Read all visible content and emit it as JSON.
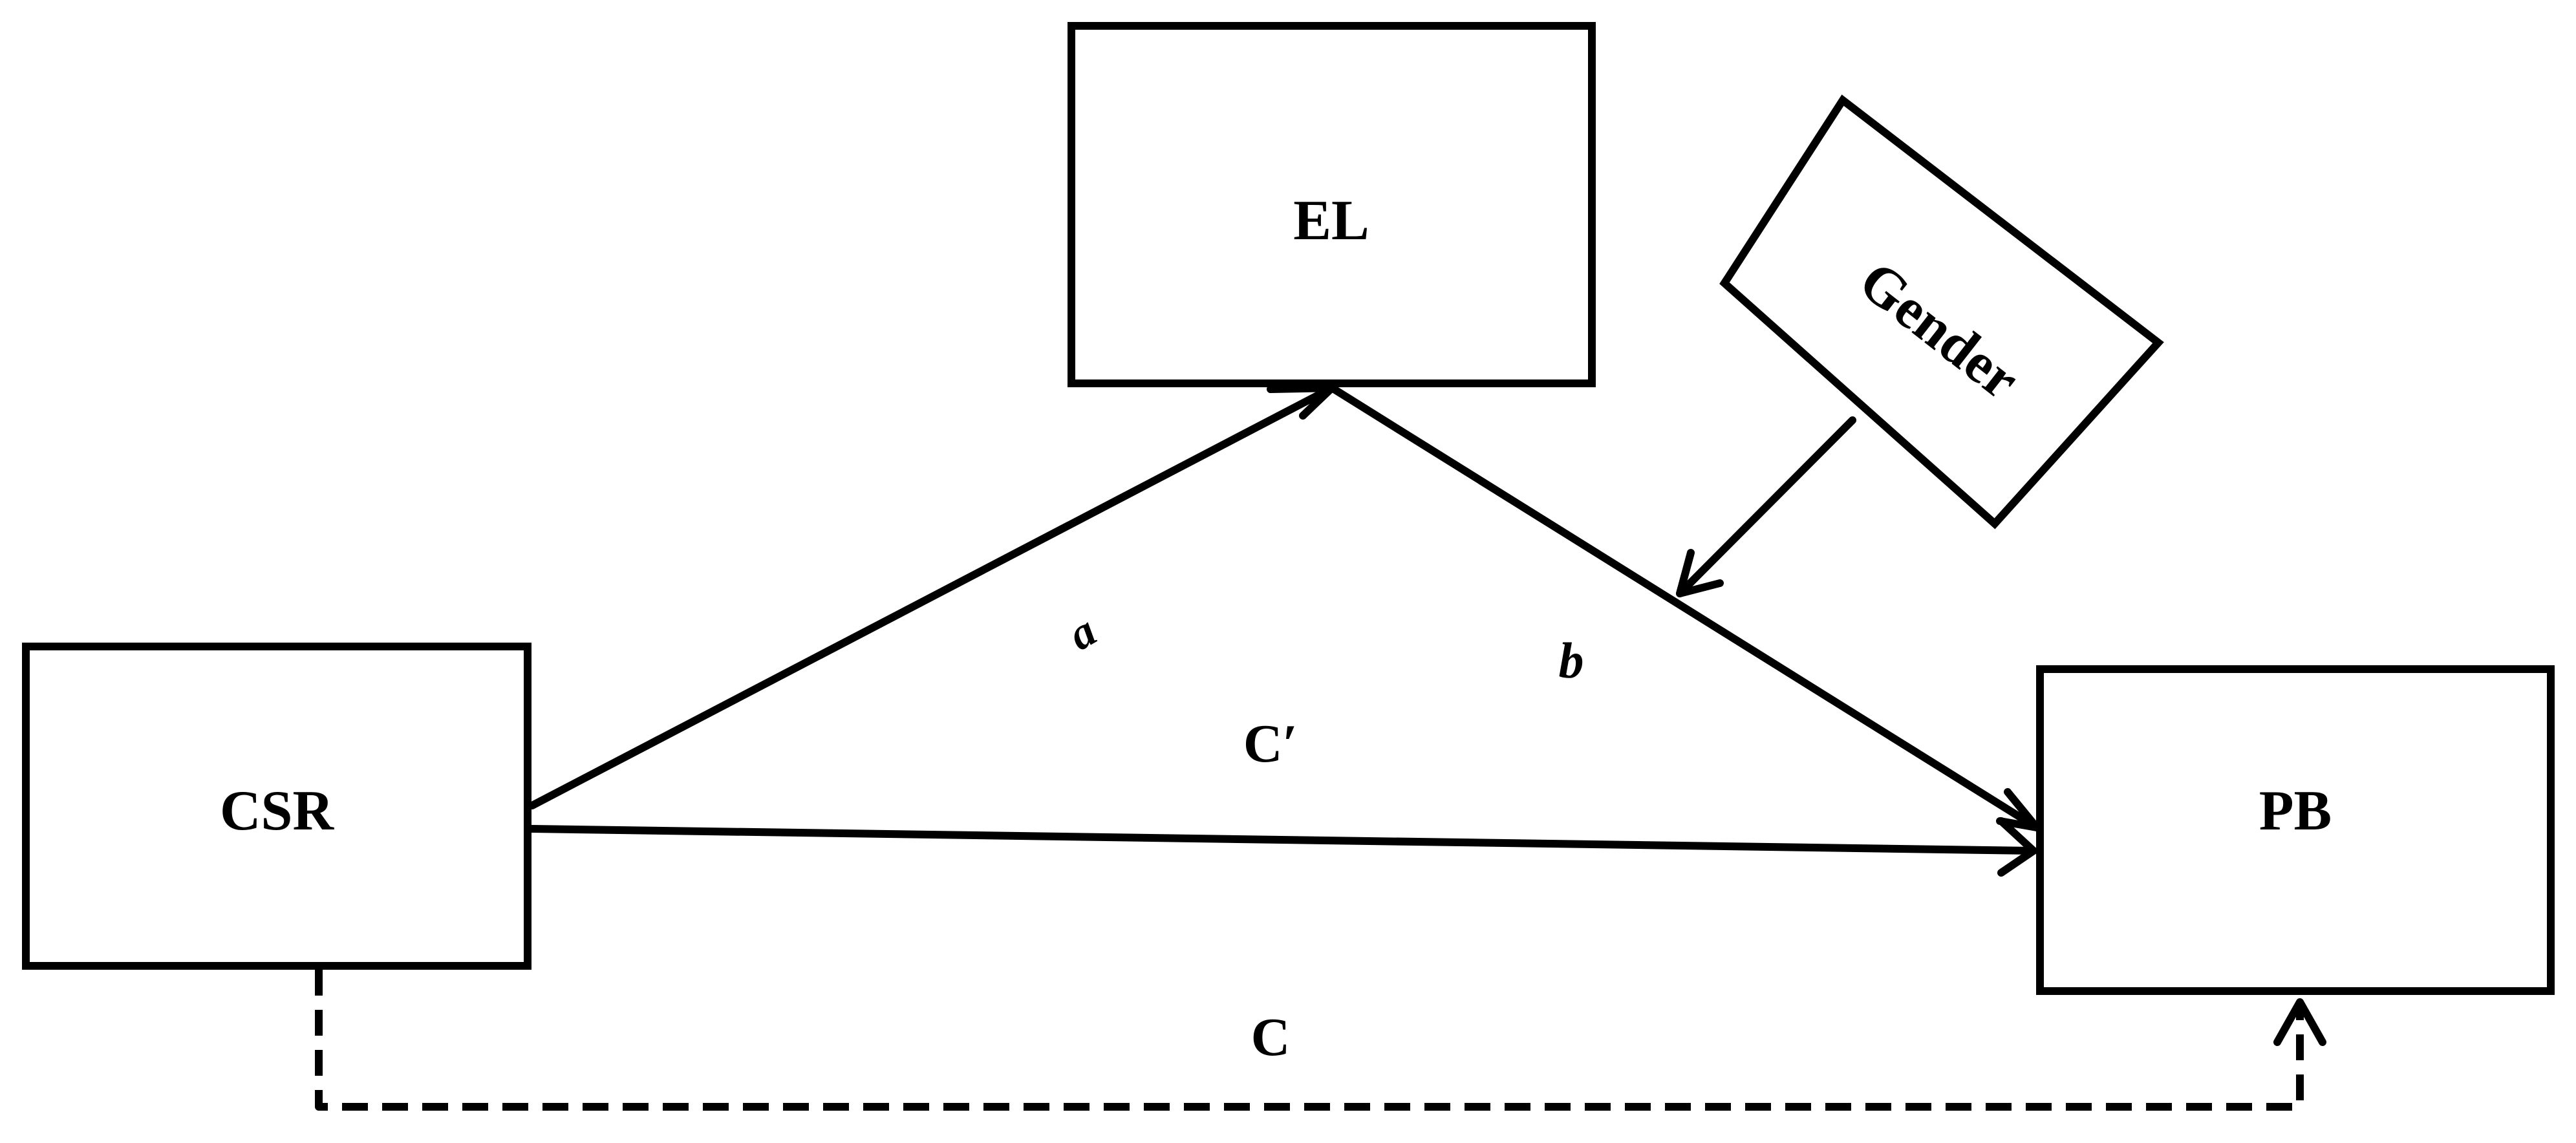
{
  "nodes": {
    "csr": "CSR",
    "el": "EL",
    "pb": "PB",
    "gender": "Gender"
  },
  "paths": {
    "a": "a",
    "b": "b",
    "c_prime": "C′",
    "c": "C"
  }
}
